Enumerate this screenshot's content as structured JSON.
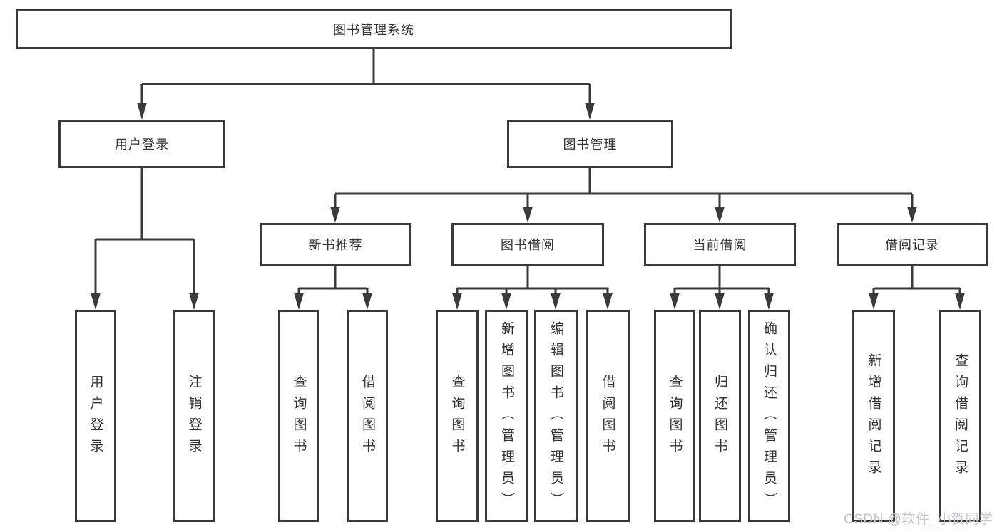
{
  "tree": {
    "label": "图书管理系统",
    "children": [
      {
        "label": "用户登录",
        "children": [
          {
            "label": "用户登录"
          },
          {
            "label": "注销登录"
          }
        ]
      },
      {
        "label": "图书管理",
        "children": [
          {
            "label": "新书推荐",
            "children": [
              {
                "label": "查询图书"
              },
              {
                "label": "借阅图书"
              }
            ]
          },
          {
            "label": "图书借阅",
            "children": [
              {
                "label": "查询图书"
              },
              {
                "label": "新增图书（管理员）"
              },
              {
                "label": "编辑图书（管理员）"
              },
              {
                "label": "借阅图书"
              }
            ]
          },
          {
            "label": "当前借阅",
            "children": [
              {
                "label": "查询图书"
              },
              {
                "label": "归还图书"
              },
              {
                "label": "确认归还（管理员）"
              }
            ]
          },
          {
            "label": "借阅记录",
            "children": [
              {
                "label": "新增借阅记录"
              },
              {
                "label": "查询借阅记录"
              }
            ]
          }
        ]
      }
    ]
  },
  "watermark": {
    "text": "CSDN @软件_小贺同学"
  },
  "colors": {
    "border": "#3a3a3a",
    "text": "#333333",
    "background": "#ffffff",
    "watermark": "#c4c4ca"
  }
}
